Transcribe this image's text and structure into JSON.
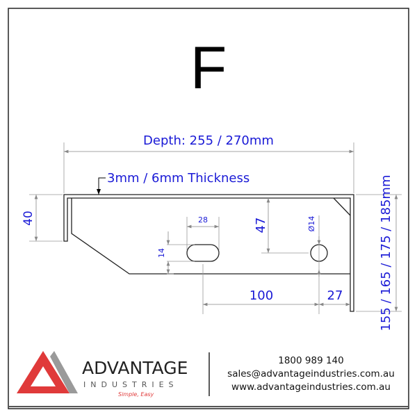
{
  "title": "F",
  "dimensions": {
    "depth": "Depth: 255 / 270mm",
    "thickness": "3mm / 6mm Thickness",
    "flange_height": "40",
    "heights": "155 / 165 / 175 / 185mm",
    "slot_width": "28",
    "slot_height": "14",
    "hole_offset_top": "47",
    "hole_diameter": "Ø14",
    "slot_to_hole": "100",
    "hole_to_edge": "27"
  },
  "logo": {
    "name": "ADVANTAGE",
    "sub": "INDUSTRIES",
    "tagline": "Simple, Easy"
  },
  "contact": {
    "phone": "1800 989 140",
    "email": "sales@advantageindustries.com.au",
    "website": "www.advantageindustries.com.au"
  },
  "colors": {
    "dimension": "#1a1ad6",
    "logo_red": "#e03a3a",
    "logo_grey": "#9a9a9a"
  }
}
